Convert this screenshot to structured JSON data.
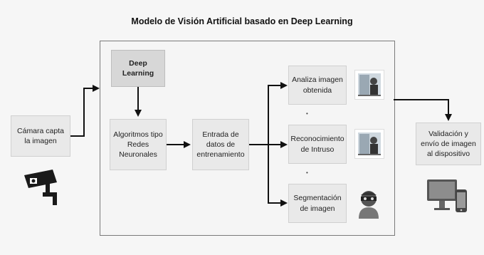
{
  "title": "Modelo de Visión Artificial basado en Deep Learning",
  "nodes": {
    "camara": "Cámara capta la imagen",
    "deep_learning": "Deep Learning",
    "algoritmos": "Algoritmos tipo Redes Neuronales",
    "entrada": "Entrada de datos de entrenamiento",
    "analiza": "Analiza imagen obtenida",
    "reconocimiento": "Reconocimiento de Intruso",
    "segmentacion": "Segmentación de imagen",
    "validacion": "Validación y envío de imagen al dispositivo"
  },
  "icons": {
    "camera": "security-camera-icon",
    "thumb1": "intruder-photo-icon",
    "thumb2": "intruder-photo-icon",
    "thumb3": "masked-thief-icon",
    "devices": "monitor-and-phone-icon"
  },
  "colors": {
    "box": "#e9e9e9",
    "box_dark": "#d7d7d7",
    "arrow": "#111111"
  }
}
